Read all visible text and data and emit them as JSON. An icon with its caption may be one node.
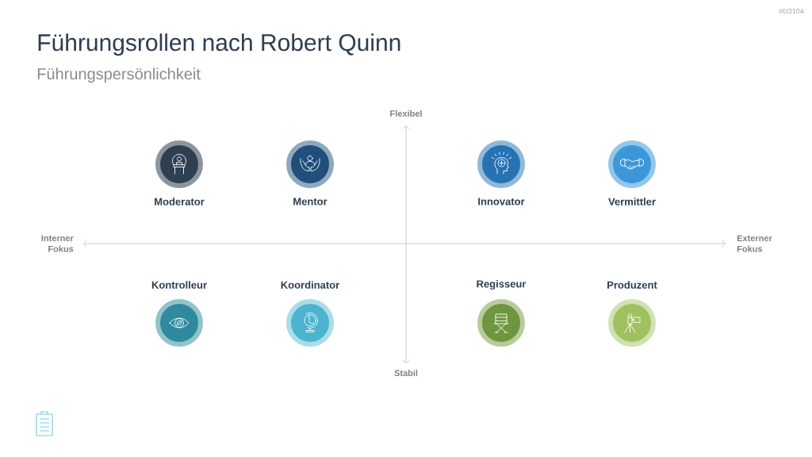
{
  "diagram": {
    "title": "Führungsrollen nach Robert Quinn",
    "nodes": [
      {
        "text": [
          "Moderator"
        ]
      },
      {
        "text": [
          "Mentor"
        ]
      },
      {
        "text": [
          "Innovator"
        ]
      },
      {
        "text": [
          "Vermittler"
        ]
      },
      {
        "text": [
          "Kontrolleur"
        ]
      },
      {
        "text": [
          "Koordinator"
        ]
      },
      {
        "text": [
          "Regisseur"
        ]
      },
      {
        "text": [
          "Produzent"
        ]
      }
    ],
    "labels": [
      "#D3104",
      "Führungspersönlichkeit",
      "Flexibel",
      "Interner Fokus",
      "Externer Fokus",
      "Stabil"
    ]
  }
}
